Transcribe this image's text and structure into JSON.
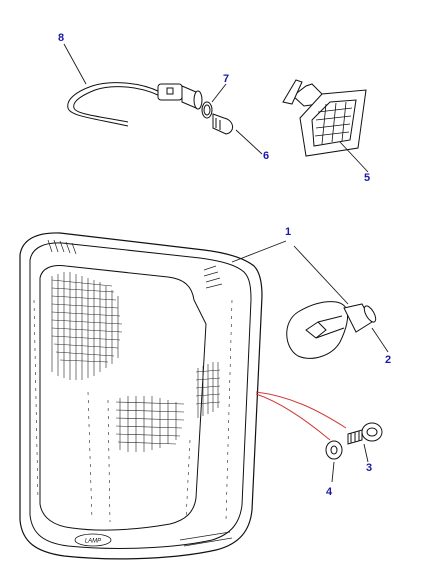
{
  "colors": {
    "ink": "#111111",
    "callout_text": "#1a1aa6",
    "callout_leader": "#1a1a1a",
    "highlight_leader": "#d23a3a"
  },
  "callouts": [
    {
      "label": "8",
      "part": "wiring-harness"
    },
    {
      "label": "7",
      "part": "o-ring-seal"
    },
    {
      "label": "6",
      "part": "side-marker-bulb"
    },
    {
      "label": "5",
      "part": "side-repeater-lamp"
    },
    {
      "label": "1",
      "part": "front-indicator-lamp-assembly"
    },
    {
      "label": "2",
      "part": "indicator-bulb"
    },
    {
      "label": "3",
      "part": "fixing-screw"
    },
    {
      "label": "4",
      "part": "washer"
    }
  ],
  "lens_logo_text": "LAMP"
}
